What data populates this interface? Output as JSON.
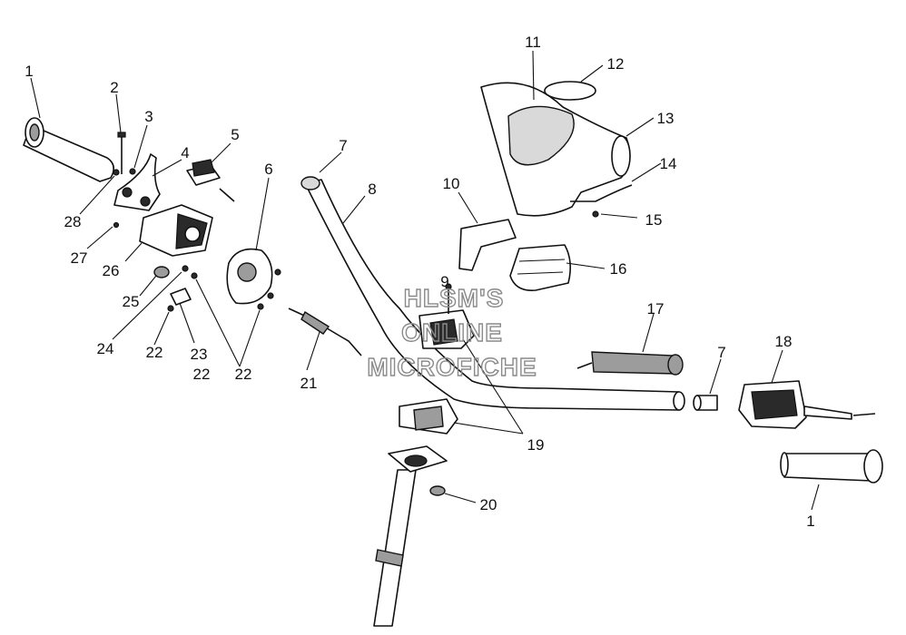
{
  "diagram": {
    "watermark": [
      "HLSM'S",
      "ONLINE",
      "MICROFICHE"
    ],
    "callouts": [
      "1",
      "2",
      "3",
      "4",
      "5",
      "6",
      "7",
      "8",
      "9",
      "10",
      "11",
      "12",
      "13",
      "14",
      "15",
      "16",
      "17",
      "7",
      "18",
      "1",
      "19",
      "20",
      "21",
      "22",
      "22",
      "22",
      "23",
      "24",
      "25",
      "26",
      "27",
      "28"
    ]
  }
}
